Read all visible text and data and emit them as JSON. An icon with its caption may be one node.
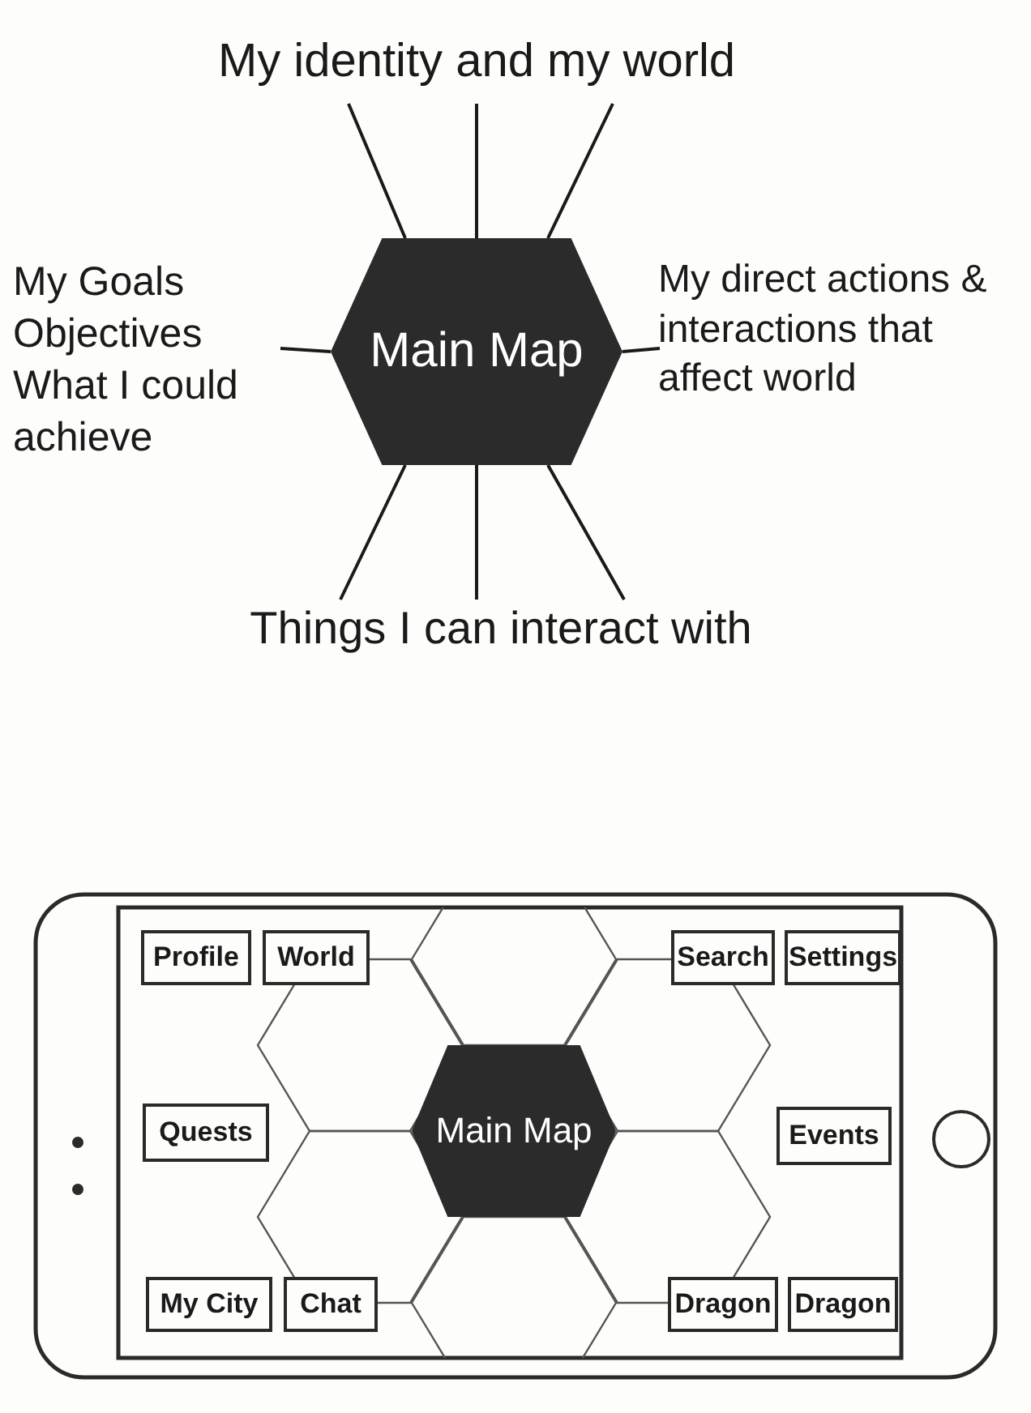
{
  "diagram": {
    "nodes": [
      {
        "text": [
          "My identity and my world"
        ]
      },
      {
        "text": [
          "Main Map"
        ]
      },
      {
        "text": [
          "My Goals Objectives What I could achieve"
        ]
      },
      {
        "text": [
          "My direct actions & interactions that affect world"
        ]
      },
      {
        "text": [
          "Things I can interact with"
        ]
      },
      {
        "text": [
          "Profile"
        ]
      },
      {
        "text": [
          "World"
        ]
      },
      {
        "text": [
          "Search"
        ]
      },
      {
        "text": [
          "Settings"
        ]
      },
      {
        "text": [
          "Quests"
        ]
      },
      {
        "text": [
          "Main Map"
        ]
      },
      {
        "text": [
          "Events"
        ]
      },
      {
        "text": [
          "My City"
        ]
      },
      {
        "text": [
          "Chat"
        ]
      },
      {
        "text": [
          "Dragon"
        ]
      },
      {
        "text": [
          "Dragon"
        ]
      }
    ],
    "edges": [
      {
        "from": 1,
        "to": 0,
        "arrow": "none"
      },
      {
        "from": 1,
        "to": 0,
        "arrow": "none"
      },
      {
        "from": 1,
        "to": 0,
        "arrow": "none"
      },
      {
        "from": 1,
        "to": 2,
        "arrow": "none"
      },
      {
        "from": 1,
        "to": 3,
        "arrow": "none"
      },
      {
        "from": 1,
        "to": 4,
        "arrow": "none"
      },
      {
        "from": 1,
        "to": 4,
        "arrow": "none"
      },
      {
        "from": 1,
        "to": 4,
        "arrow": "none"
      }
    ]
  }
}
